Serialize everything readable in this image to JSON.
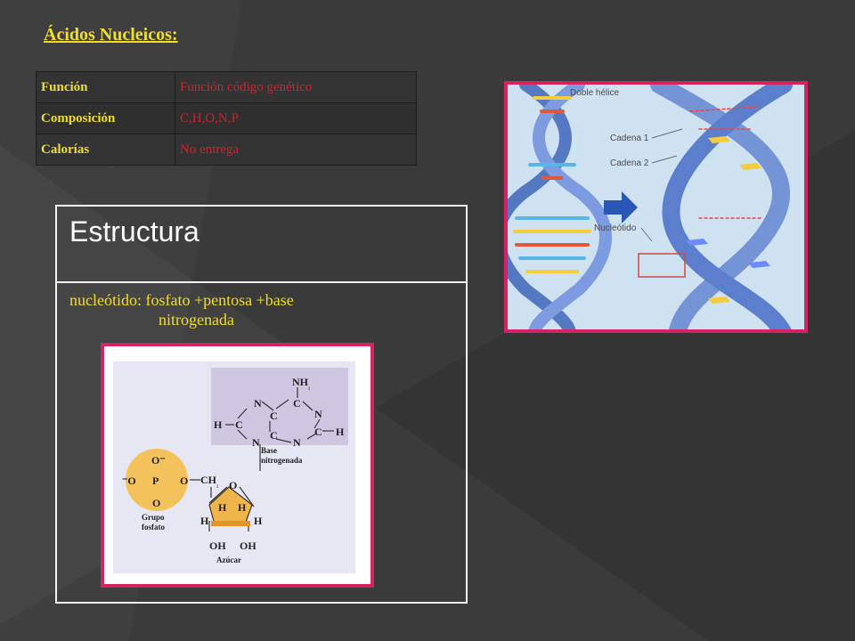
{
  "heading": "Ácidos Nucleicos:",
  "table": [
    {
      "key": "Función",
      "value": "Función código genético"
    },
    {
      "key": "Composición",
      "value": "C,H,O,N,P"
    },
    {
      "key": "Calorías",
      "value": "No entrega"
    }
  ],
  "estructura": {
    "title": "Estructura",
    "text_line1": "nucleótido: fosfato +pentosa +base",
    "text_line2": "nitrogenada"
  },
  "nucleotide_diagram": {
    "base_top": "NH",
    "base_top_sub": "₂",
    "ring_c_top": "C",
    "ring_n_left": "N",
    "ring_c_mid": "C",
    "ring_n_right": "N",
    "ring_h_left": "H",
    "ring_c_left": "C",
    "ring_c_mid2": "C",
    "ring_c_right": "C",
    "ring_h_right": "H",
    "ring_n_bottom_left": "N",
    "ring_n_bottom_right": "N",
    "base_label_1": "Base",
    "base_label_2": "nitrogenada",
    "phosphate_o_top": "O⁻",
    "phosphate_o_left": "⁻O",
    "phosphate_p": "P",
    "phosphate_o_right": "O",
    "phosphate_o_bottom": "O",
    "ch2": "CH",
    "ch2_sub": "₂",
    "sugar_o": "O",
    "sugar_h1": "H",
    "sugar_h2": "H",
    "sugar_h3": "H",
    "sugar_h4": "H",
    "oh1": "OH",
    "oh2": "OH",
    "grupo_label_1": "Grupo",
    "grupo_label_2": "fosfato",
    "azucar_label": "Azúcar"
  },
  "helix_diagram": {
    "label_doble": "Doble hélice",
    "label_cadena1": "Cadena 1",
    "label_cadena2": "Cadena 2",
    "label_nucleotido": "Nucleótido"
  },
  "colors": {
    "background": "#3a3a3a",
    "heading_yellow": "#f0de2a",
    "value_red": "#c8262f",
    "frame_pink": "#d62262"
  }
}
